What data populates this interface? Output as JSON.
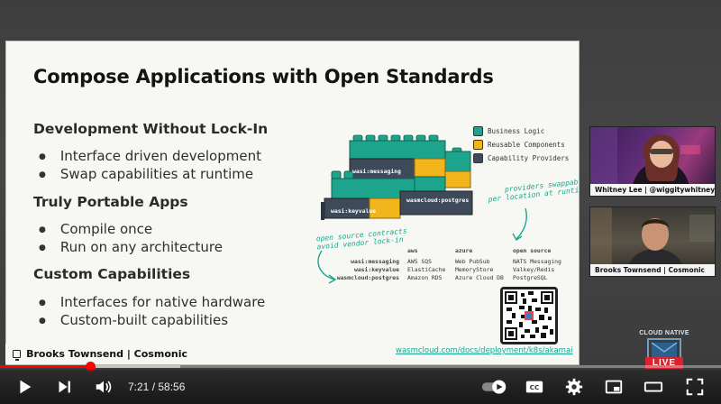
{
  "slide": {
    "title": "Compose Applications with Open Standards",
    "sections": [
      {
        "heading": "Development Without Lock-In",
        "bullets": [
          "Interface driven development",
          "Swap capabilities at runtime"
        ]
      },
      {
        "heading": "Truly Portable Apps",
        "bullets": [
          "Compile once",
          "Run on any architecture"
        ]
      },
      {
        "heading": "Custom Capabilities",
        "bullets": [
          "Interfaces for native hardware",
          "Custom-built capabilities"
        ]
      }
    ],
    "legend": [
      {
        "label": "Business Logic",
        "color": "#1ca58c"
      },
      {
        "label": "Reusable Components",
        "color": "#f2b51c"
      },
      {
        "label": "Capability Providers",
        "color": "#3e4a5a"
      }
    ],
    "bricks": {
      "messaging": "wasi:messaging",
      "keyvalue": "wasi:keyvalue",
      "postgres": "wasmcloud:postgres"
    },
    "annotations": {
      "providers": "providers swappable\nper location at runtime",
      "contracts": "open source contracts\navoid vendor lock-in"
    },
    "table": {
      "headers": [
        "aws",
        "azure",
        "open source"
      ],
      "interfaces": [
        "wasi:messaging",
        "wasi:keyvalue",
        "wasmcloud:postgres"
      ],
      "aws": [
        "AWS SQS",
        "ElastiCache",
        "Amazon RDS"
      ],
      "azure": [
        "Web PubSub",
        "MemoryStore",
        "Azure Cloud DB"
      ],
      "opensource": [
        "NATS Messaging",
        "Valkey/Redis",
        "PostgreSQL"
      ]
    },
    "docs_link": "wasmcloud.com/docs/deployment/k8s/akamai"
  },
  "speaker_banner": "Brooks Townsend | Cosmonic",
  "cameras": [
    {
      "name": "Whitney Lee | @wiggitywhitney"
    },
    {
      "name": "Brooks Townsend | Cosmonic"
    }
  ],
  "brand": {
    "cncf_label": "CLOUD NATIVE",
    "live": "LIVE"
  },
  "player": {
    "time": "7:21 / 58:56",
    "progress": 0.125,
    "buffered": 0.25,
    "accent": "#ff0000"
  }
}
